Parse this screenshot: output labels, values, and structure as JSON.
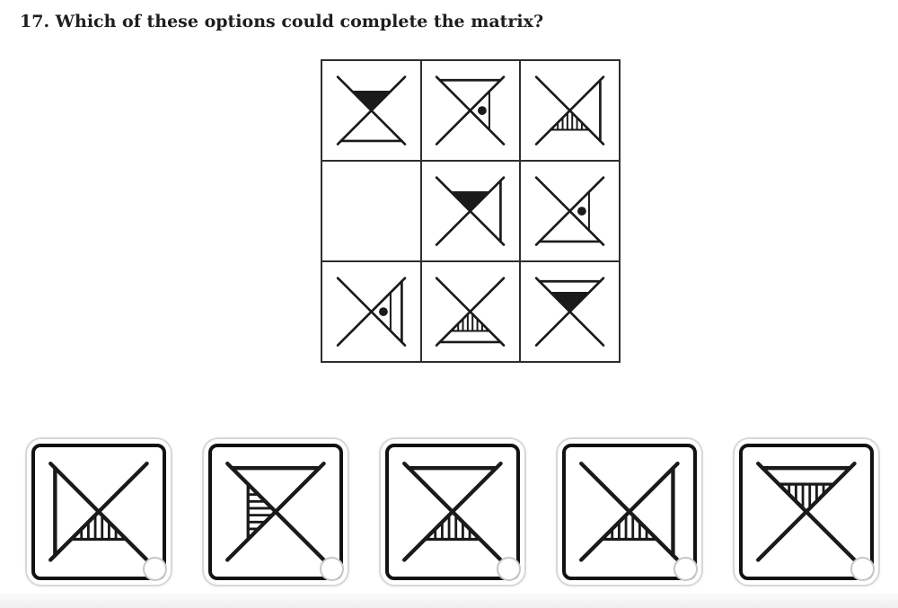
{
  "colors": {
    "glyph": "#1a1a1a",
    "grid_line": "#2e2e2e",
    "card_border": "#d7d7dc",
    "inner_border": "#121212",
    "radio_border": "#c6c6cb",
    "footer_strip": "#f1f1f3"
  },
  "question": {
    "title": "17. Which of these options could complete the matrix?"
  },
  "matrix": {
    "rows": 3,
    "cols": 3,
    "cells": [
      {
        "name": "matrix-cell-r1c1",
        "empty": false,
        "outline": "bottom",
        "feature": {
          "fill": "solid",
          "side": "top"
        },
        "desc": "x-with-solid-black-top-triangle-and-outlined-bottom-triangle"
      },
      {
        "name": "matrix-cell-r1c2",
        "empty": false,
        "outline": "top",
        "feature": {
          "fill": "dot",
          "side": "right"
        },
        "desc": "x-with-outlined-top-triangle-and-dotted-right-triangle"
      },
      {
        "name": "matrix-cell-r1c3",
        "empty": false,
        "outline": "right",
        "feature": {
          "fill": "stripes",
          "side": "bottom"
        },
        "desc": "x-with-outlined-right-triangle-and-striped-bottom-triangle"
      },
      {
        "name": "matrix-cell-r2c1",
        "empty": true,
        "outline": null,
        "feature": null,
        "desc": "empty-missing-cell"
      },
      {
        "name": "matrix-cell-r2c2",
        "empty": false,
        "outline": "right",
        "feature": {
          "fill": "solid",
          "side": "top"
        },
        "desc": "x-with-solid-black-top-triangle-and-outlined-right-triangle"
      },
      {
        "name": "matrix-cell-r2c3",
        "empty": false,
        "outline": "bottom",
        "feature": {
          "fill": "dot",
          "side": "right"
        },
        "desc": "x-with-outlined-bottom-triangle-and-dotted-right-triangle"
      },
      {
        "name": "matrix-cell-r3c1",
        "empty": false,
        "outline": "right",
        "feature": {
          "fill": "dot",
          "side": "right"
        },
        "desc": "x-with-outlined-right-triangle-and-dotted-right-triangle"
      },
      {
        "name": "matrix-cell-r3c2",
        "empty": false,
        "outline": "bottom",
        "feature": {
          "fill": "stripes",
          "side": "bottom"
        },
        "desc": "x-with-outlined-bottom-triangle-and-striped-bottom-triangle"
      },
      {
        "name": "matrix-cell-r3c3",
        "empty": false,
        "outline": "top",
        "feature": {
          "fill": "solid",
          "side": "top"
        },
        "desc": "x-with-outlined-top-triangle-and-solid-black-top-triangle"
      }
    ]
  },
  "options": [
    {
      "name": "option-1",
      "outline": "left",
      "feature": {
        "fill": "stripes",
        "side": "bottom"
      },
      "desc": "x-with-outlined-left-triangle-and-striped-bottom-triangle"
    },
    {
      "name": "option-2",
      "outline": "top",
      "feature": {
        "fill": "stripes",
        "side": "left"
      },
      "desc": "x-with-outlined-top-triangle-and-horizontally-striped-left-triangle"
    },
    {
      "name": "option-3",
      "outline": "top",
      "feature": {
        "fill": "stripes",
        "side": "bottom"
      },
      "desc": "x-with-outlined-top-triangle-and-striped-bottom-triangle"
    },
    {
      "name": "option-4",
      "outline": "right",
      "feature": {
        "fill": "stripes",
        "side": "bottom"
      },
      "desc": "x-with-outlined-right-triangle-and-striped-bottom-triangle"
    },
    {
      "name": "option-5",
      "outline": "top",
      "feature": {
        "fill": "stripes",
        "side": "top"
      },
      "desc": "x-with-outlined-top-triangle-and-striped-top-triangle"
    }
  ],
  "layout_values": {
    "option_card_lefts": [
      28,
      225,
      422,
      619,
      816
    ]
  }
}
